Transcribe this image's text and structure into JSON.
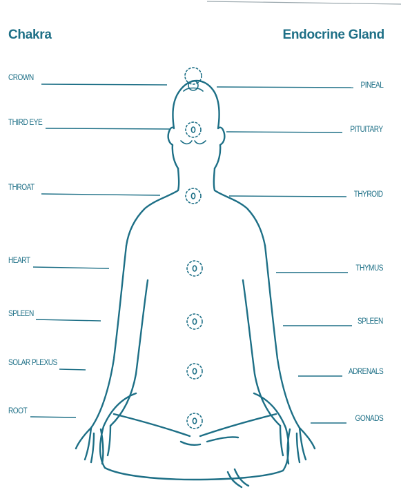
{
  "colors": {
    "ink": "#1d6f86",
    "background": "#ffffff"
  },
  "headers": {
    "left": "Chakra",
    "right": "Endocrine Gland"
  },
  "chakras": [
    "CROWN",
    "THIRD EYE",
    "THROAT",
    "HEART",
    "SPLEEN",
    "SOLAR PLEXUS",
    "ROOT"
  ],
  "glands": [
    "PINEAL",
    "PITUITARY",
    "THYROID",
    "THYMUS",
    "SPLEEN",
    "ADRENALS",
    "GONADS"
  ]
}
